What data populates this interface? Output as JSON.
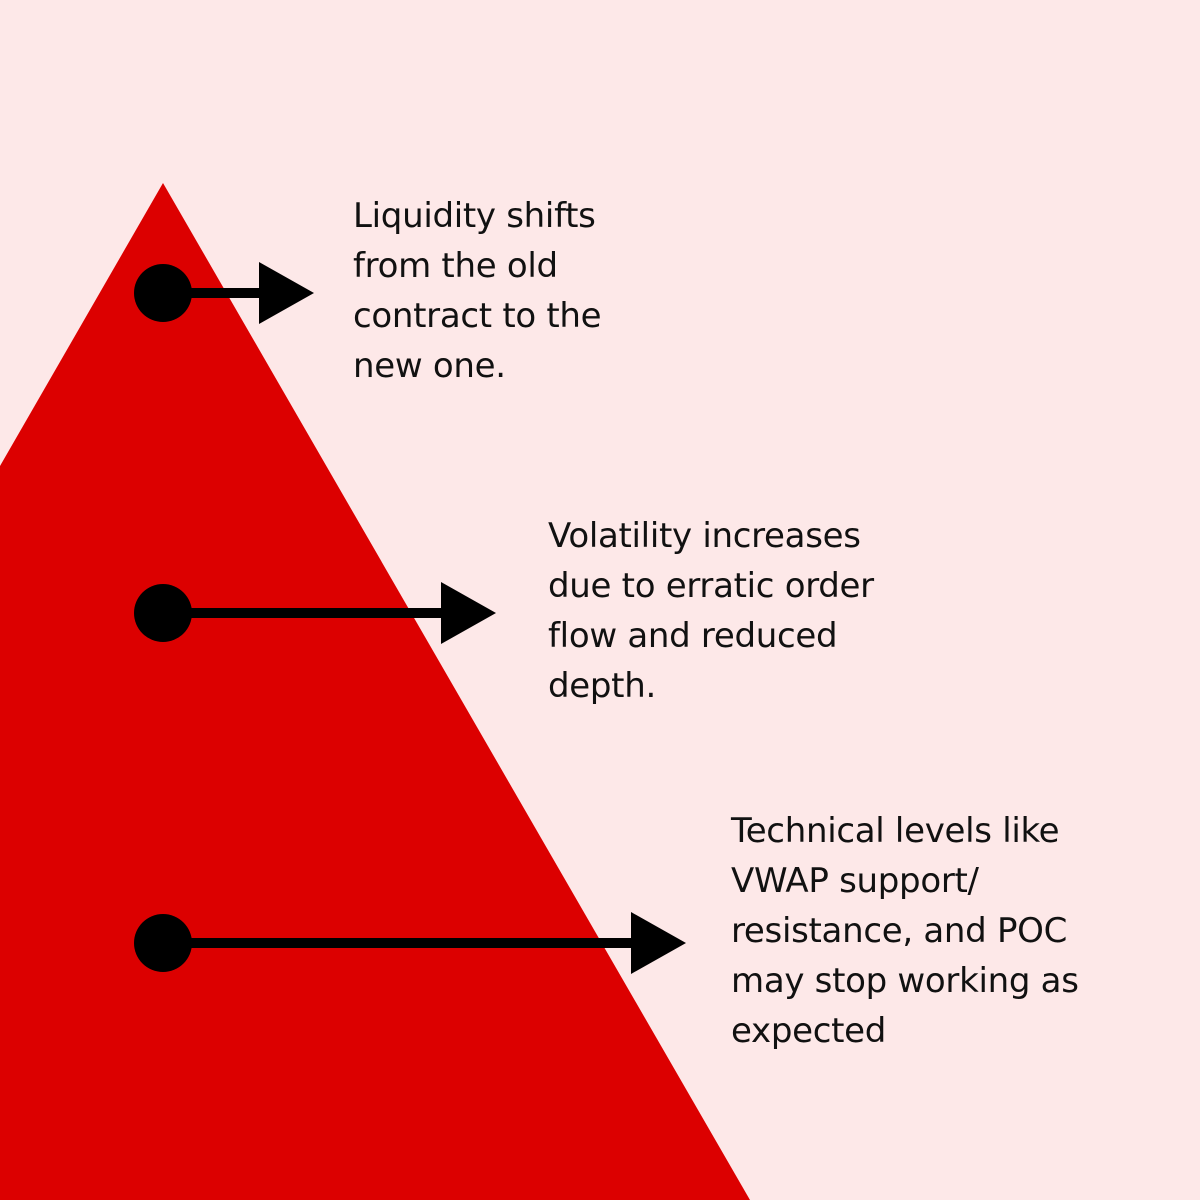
{
  "colors": {
    "background": "#fde8e8",
    "triangle": "#dc0000",
    "arrow": "#000000",
    "text": "#111111"
  },
  "callouts": [
    {
      "lines": [
        "Liquidity shifts",
        "from the old",
        "contract to the",
        "new one."
      ]
    },
    {
      "lines": [
        "Volatility increases",
        "due to erratic order",
        "flow and reduced",
        "depth."
      ]
    },
    {
      "lines": [
        "Technical levels like",
        "VWAP support/",
        "resistance, and POC",
        "may stop working as",
        "expected"
      ]
    }
  ]
}
